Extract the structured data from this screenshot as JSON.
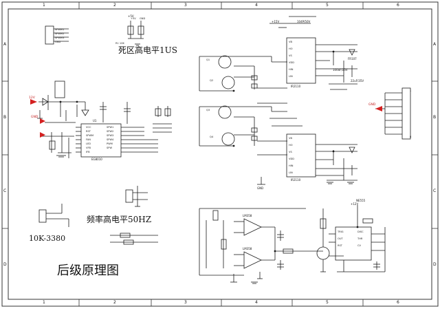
{
  "border": {
    "columns_top": [
      "1",
      "2",
      "3",
      "4",
      "5",
      "6"
    ],
    "columns_bottom": [
      "1",
      "2",
      "3",
      "4",
      "5",
      "6"
    ],
    "rows_left": [
      "A",
      "B",
      "C",
      "D"
    ],
    "rows_right": [
      "A",
      "B",
      "C",
      "D"
    ]
  },
  "annotations": {
    "dead_time": "死区高电平1US",
    "frequency": "频率高电平50HZ",
    "pot_label": "10K-3380",
    "sheet_title": "后级原理图"
  },
  "parts": {
    "controller": "U1",
    "controller_part": "EG8010",
    "driver_top": "IR2110",
    "driver_bottom": "IR2110",
    "op_amp_a": "LM358",
    "op_amp_b": "LM358",
    "timer": "NE555",
    "gnd": "GND",
    "vcc": "+5V",
    "vcc12": "+12V",
    "vcc15": "+15V",
    "fuse_cap": "104P/50V",
    "cap_22u": "22uF/35V",
    "cap_100u": "100uF/25V",
    "diode": "FR107"
  }
}
